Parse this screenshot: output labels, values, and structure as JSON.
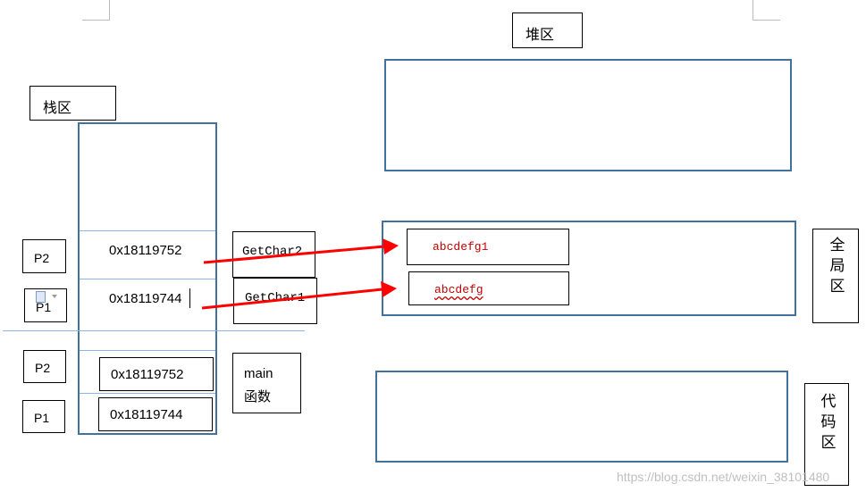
{
  "labels": {
    "stack": "栈区",
    "heap": "堆区",
    "global": "全局区",
    "code": "代码区"
  },
  "stack": {
    "getchar_rows": [
      {
        "param": "P2",
        "addr": "0x18119752",
        "frame": "GetChar2"
      },
      {
        "param": "P1",
        "addr": "0x18119744",
        "frame": "GetChar1"
      }
    ],
    "main_rows": [
      {
        "param": "P2",
        "addr": "0x18119752"
      },
      {
        "param": "P1",
        "addr": "0x18119744"
      }
    ],
    "main_label_line1": "main",
    "main_label_line2": "函数"
  },
  "global_strings": [
    "abcdefg1",
    "abcdefg"
  ],
  "watermark": "https://blog.csdn.net/weixin_38101480",
  "colors": {
    "region_border": "#41719c",
    "arrow": "#ff0000",
    "divider": "#8eb4e3",
    "string_text": "#c00000"
  }
}
